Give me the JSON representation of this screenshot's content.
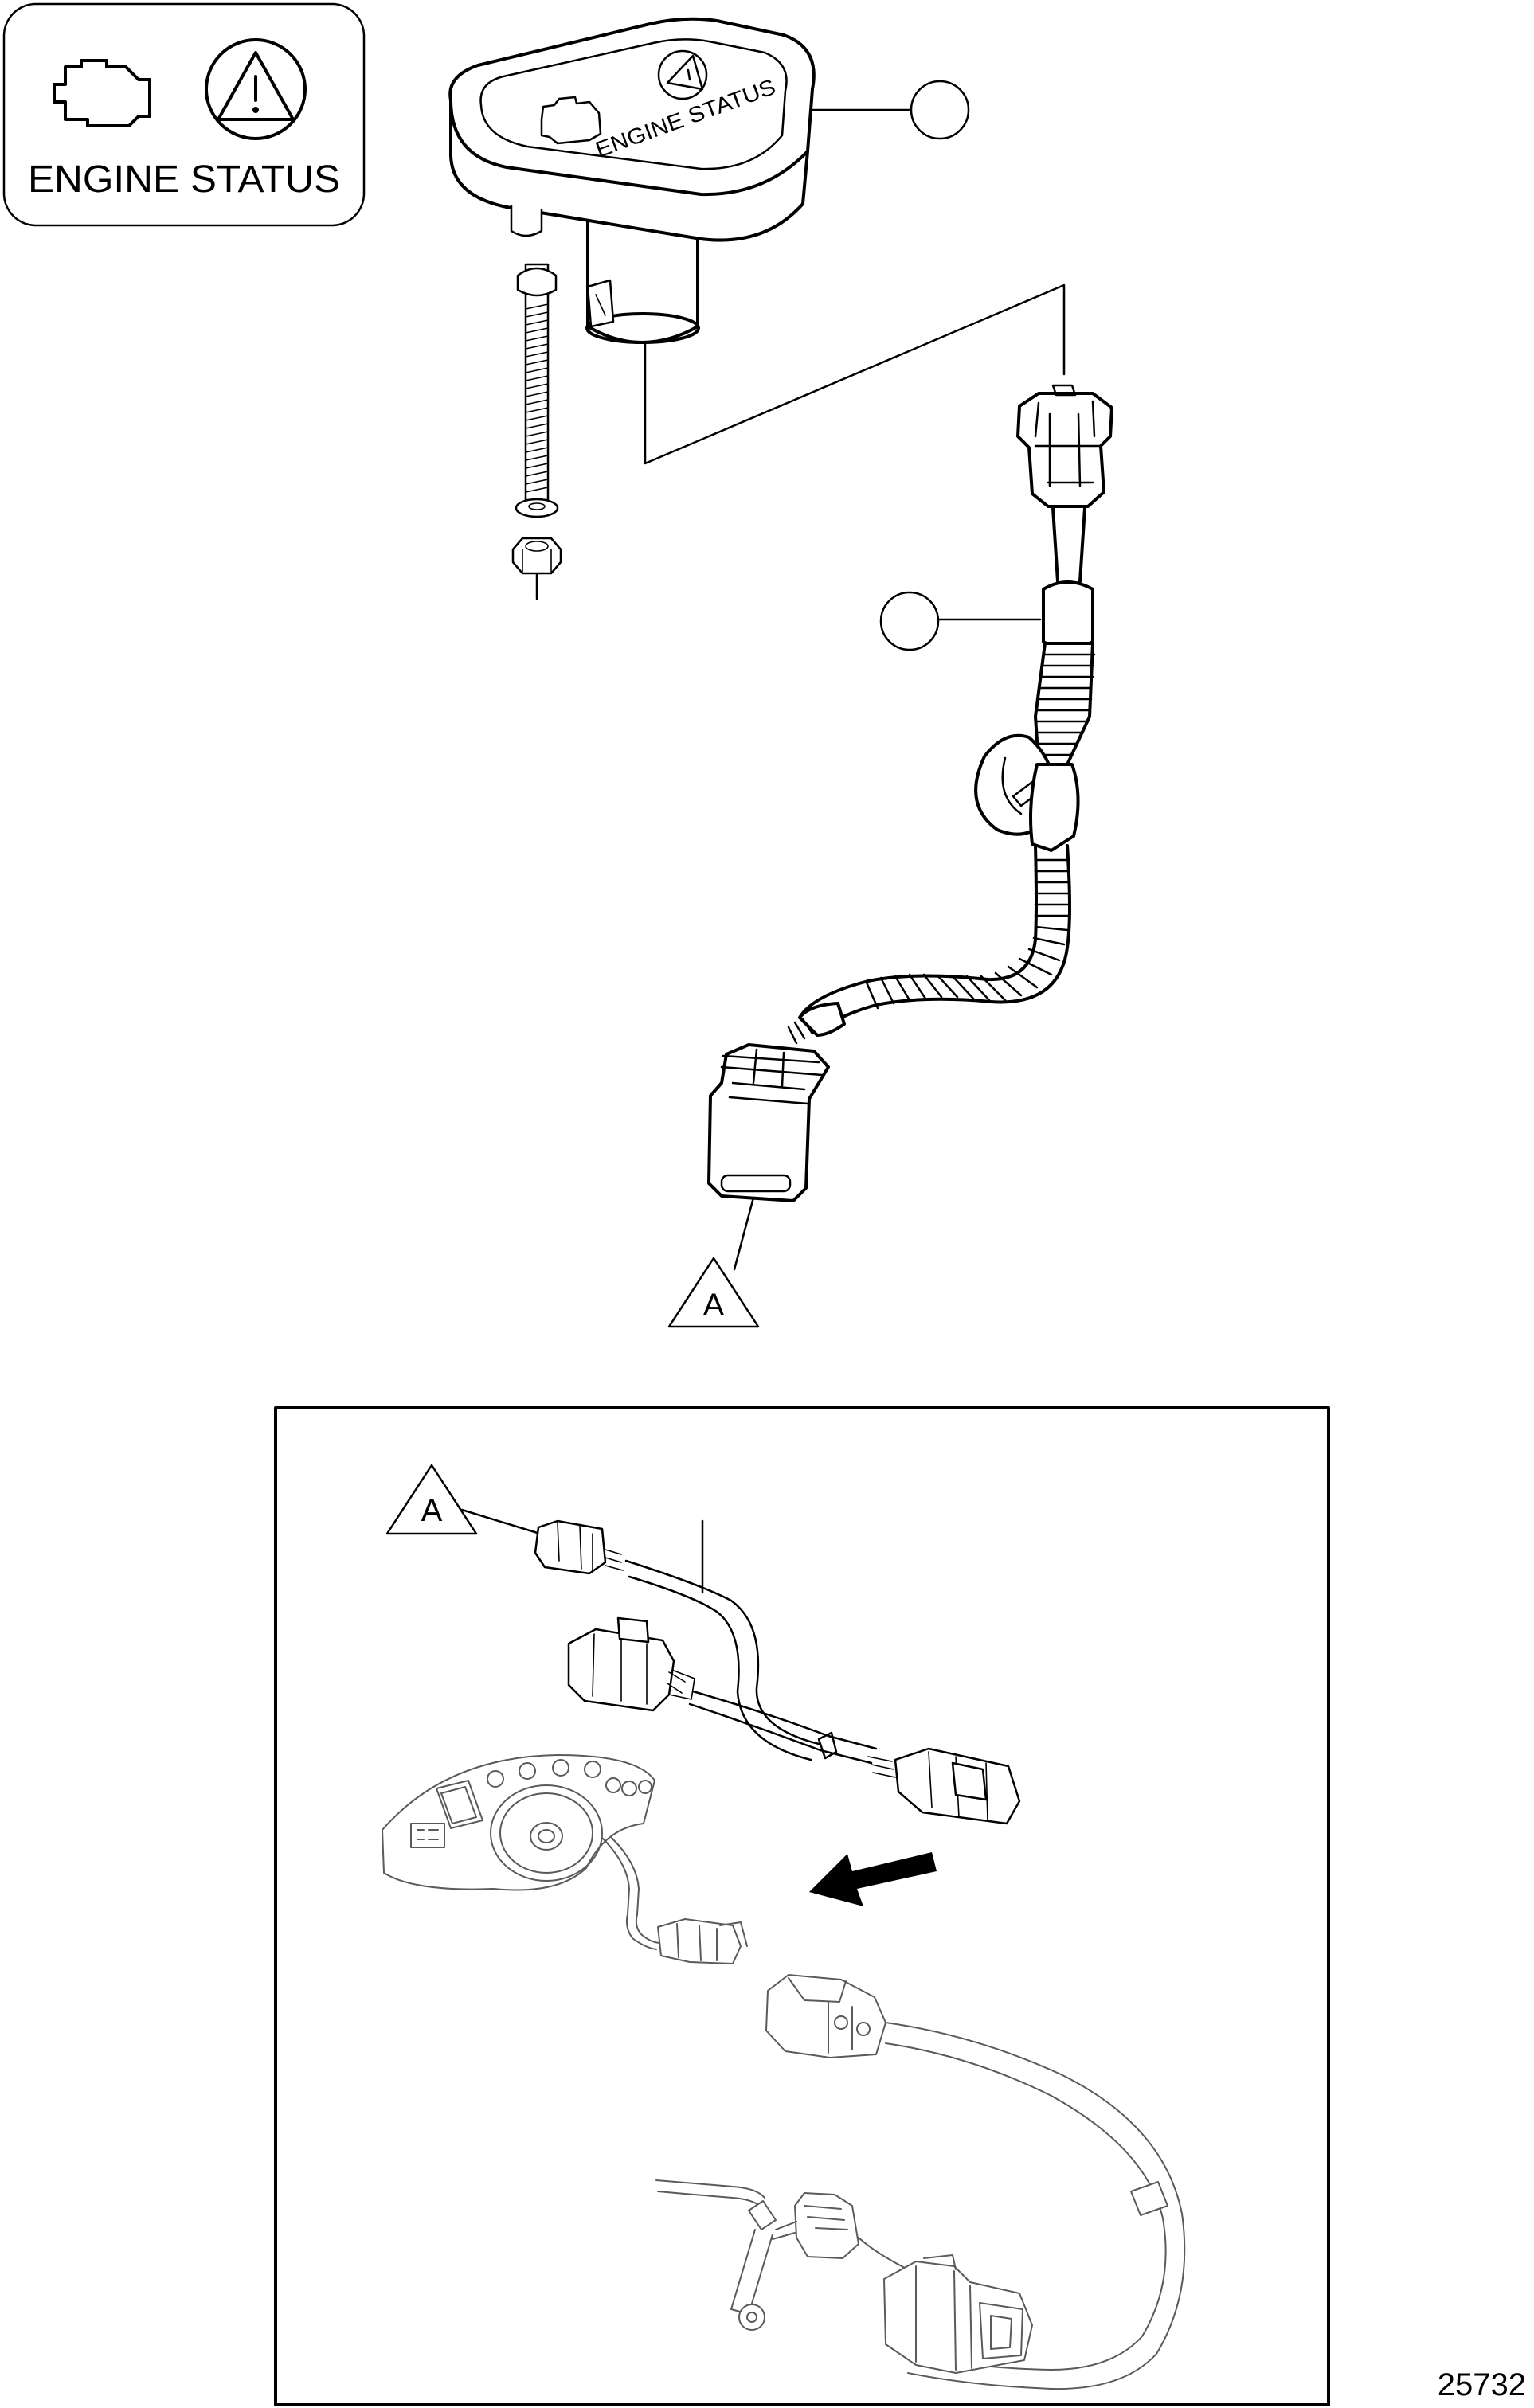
{
  "legend_panel": {
    "label": "ENGINE STATUS",
    "icons": [
      "engine-icon",
      "warning-triangle-icon"
    ]
  },
  "gauge": {
    "face_label": "ENGINE STATUS",
    "icons": [
      "engine-icon",
      "warning-triangle-icon"
    ]
  },
  "callouts": {
    "item_1": "",
    "item_2": ""
  },
  "reference_labels": {
    "connector_upper": "A",
    "connector_inset": "A"
  },
  "figure_number": "25732"
}
